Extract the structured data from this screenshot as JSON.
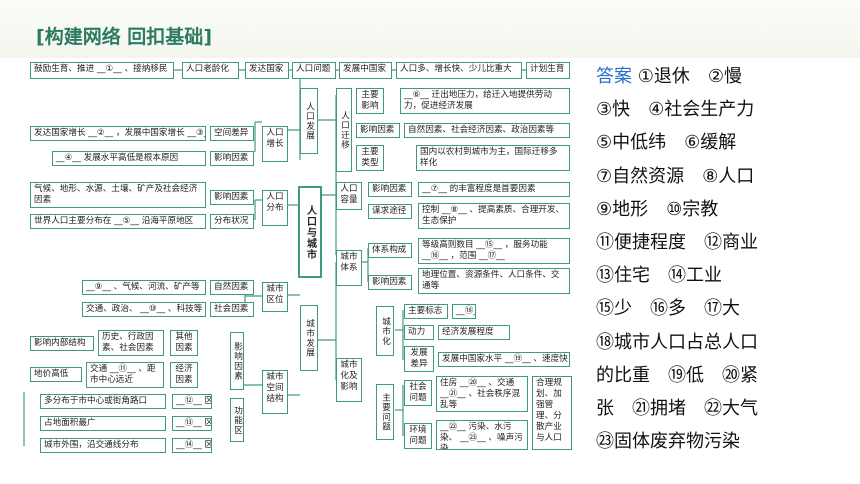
{
  "header": {
    "title": "构建网络 回扣基础"
  },
  "diagram": {
    "center": "人口与城市",
    "branch_pop": "人口发展",
    "branch_city": "城市发展",
    "top_chain": [
      "鼓励生育、推进 __①__ 、接纳移民",
      "人口老龄化",
      "发达国家",
      "人口问题",
      "发展中国家",
      "人口多、增长快、少儿比重大",
      "计划生育"
    ],
    "pop_growth": {
      "label": "人口增长",
      "spatial": "空间差异",
      "spatial_text": "发达国家增长 __②__ ，发展中国家增长 __③__",
      "factor": "影响因素",
      "factor_text": "__④__ 发展水平高低是根本原因"
    },
    "pop_dist": {
      "label": "人口分布",
      "factor": "影响因素",
      "factor_text": "气候、地形、水源、土壤、矿产及社会经济因素",
      "status": "分布状况",
      "status_text": "世界人口主要分布在 __⑤__ 沿海平原地区"
    },
    "migration": {
      "label": "人口迁移",
      "m1": "主要影响",
      "m1_text": "__⑥__ 迁出地压力，给迁入地提供劳动力，促进经济发展",
      "m2": "影响因素",
      "m2_text": "自然因素、社会经济因素、政治因素等",
      "m3": "主要类型",
      "m3_text": "国内以农村到城市为主，国际迁移多样化"
    },
    "capacity": {
      "label": "人口容量",
      "f": "影响因素",
      "f_text": "__⑦__ 的丰富程度是首要因素",
      "w": "谋求途径",
      "w_text": "控制 __⑧__ 、提高素质、合理开发、生态保护"
    },
    "city_system": {
      "label": "城市体系",
      "s1": "体系构成",
      "s1_text": "等级高则数目 __⑮__ ，服务功能 __⑯__ ，范围 __⑰__",
      "s2": "影响因素",
      "s2_text": "地理位置、资源条件、人口条件、交通等"
    },
    "city_loc": {
      "label": "城市区位",
      "n": "自然因素",
      "n_text": "__⑨__ 、气候、河流、矿产等",
      "s": "社会因素",
      "s_text": "交通、政治、 __⑩__ 、科技等"
    },
    "city_space": {
      "label": "城市空间结构",
      "factors": "影响因素",
      "inner": "影响内部结构",
      "other": "其他因素",
      "other_text": "历史、行政因素、社会因素",
      "econ": "经济因素",
      "econ_text": "交通 __⑪__ 、距市中心远近",
      "rent": "地价高低",
      "zones": "功能区",
      "z1": "多分布于市中心或街角路口",
      "z1v": "__⑫__ 区",
      "z2": "占地面积最广",
      "z2v": "__⑬__ 区",
      "z3": "城市外围，沿交通线分布",
      "z3v": "__⑭__ 区"
    },
    "urbanization": {
      "label": "城市化及影响",
      "uz": "城市化",
      "mark": "主要标志",
      "mark_v": "__⑱__",
      "power": "动力",
      "power_text": "经济发展程度",
      "diff": "发展差异",
      "diff_text": "发展中国家水平 __⑲__ 、速度快",
      "problems": "主要问题",
      "social": "社会问题",
      "social_text": "住房 __⑳__ 、交通 __㉑__ 、社会秩序混乱等",
      "env": "环境问题",
      "env_text": "__㉒__ 污染、水污染、 __㉓__ 、噪声污染",
      "solution": "合理规划、加强管理、分散产业与人口"
    }
  },
  "answers": {
    "label": "答案",
    "text": " ①退休　②慢\n③快　④社会生产力\n⑤中低纬　⑥缓解\n⑦自然资源　⑧人口\n⑨地形　⑩宗教\n⑪便捷程度　⑫商业\n⑬住宅　⑭工业\n⑮少　⑯多　⑰大\n⑱城市人口占总人口\n的比重　⑲低　⑳紧\n张　㉑拥堵　㉒大气\n㉓固体废弃物污染"
  }
}
